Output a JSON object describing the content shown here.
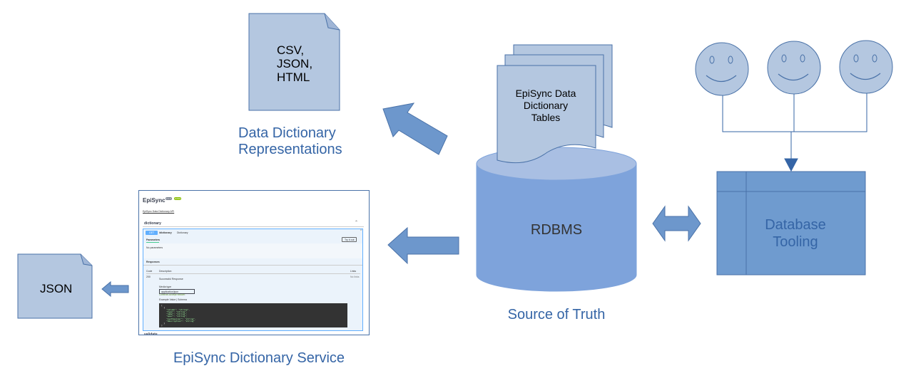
{
  "labels": {
    "data_dictionary_representations": "Data Dictionary\nRepresentations",
    "episync_dictionary_service": "EpiSync Dictionary Service",
    "source_of_truth": "Source of Truth"
  },
  "documents": {
    "formats": "CSV,\nJSON,\nHTML",
    "json": "JSON",
    "tables": "EpiSync Data\nDictionary\nTables"
  },
  "database": {
    "label": "RDBMS"
  },
  "tooling": {
    "label": "Database\nTooling"
  },
  "service_screenshot": {
    "title": "EpiSync",
    "badge1": "0.1.0",
    "badge2": "OAS3",
    "link": "EpiSync Data Dictionary API",
    "section1": "dictionary",
    "method": "GET",
    "path": "/dictionary",
    "path_desc": "Dictionary",
    "try_button": "Try it out",
    "params_tab": "Parameters",
    "no_params": "No parameters",
    "responses": "Responses",
    "col_code": "Code",
    "col_desc": "Description",
    "col_links": "Links",
    "code_200": "200",
    "success": "Successful Response",
    "no_links": "No links",
    "media_type_label": "Media type",
    "media_type": "application/json",
    "controls": "Controls Accept header.",
    "example_value": "Example Value | Schema",
    "code_lines": [
      "[",
      "  {",
      "    \"column\": \"string\",",
      "    \"type\": \"string\",",
      "    \"name\": \"string\",",
      "    \"spec\": \"string\",",
      "    \"synthesizer\": \"string\",",
      "    \"description\": \"string\"",
      "  }",
      "]"
    ],
    "section2": "validate"
  },
  "colors": {
    "shape_fill": "#b4c7e0",
    "shape_stroke": "#4a72a8",
    "db_top": "#a9bfe3",
    "db_body": "#7ea3db",
    "arrow_fill": "#6d97cc",
    "tooling_fill": "#6f9bcf",
    "face_fill": "#b4c7e0",
    "label_blue": "#3565a6",
    "line": "#3565a6"
  }
}
